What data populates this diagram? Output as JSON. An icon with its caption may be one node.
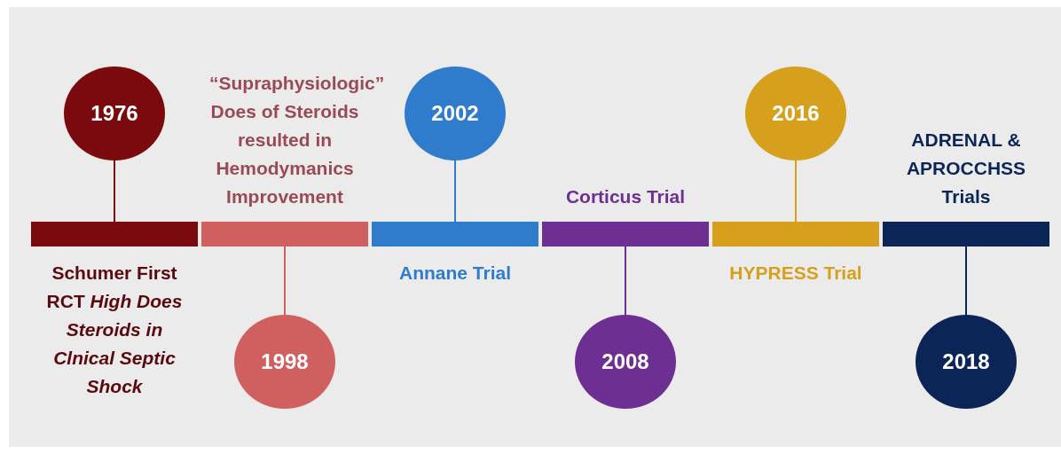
{
  "diagram": {
    "nodes": [
      {
        "text": [
          "1976"
        ]
      },
      {
        "text": [],
        "shape": "bar"
      },
      {
        "text": [
          "1998"
        ]
      },
      {
        "text": [],
        "shape": "bar"
      },
      {
        "text": [
          "2002"
        ]
      },
      {
        "text": [],
        "shape": "bar"
      },
      {
        "text": [
          "2008"
        ]
      },
      {
        "text": [],
        "shape": "bar"
      },
      {
        "text": [
          "2016"
        ]
      },
      {
        "text": [],
        "shape": "bar"
      },
      {
        "text": [
          "2018"
        ]
      },
      {
        "text": [],
        "shape": "bar"
      }
    ],
    "edges": [
      {
        "from": 0,
        "to": 1,
        "arrow": "none",
        "color": "#7a0a0e"
      },
      {
        "from": 2,
        "to": 3,
        "arrow": "none",
        "color": "#d0605f"
      },
      {
        "from": 4,
        "to": 5,
        "arrow": "none",
        "color": "#2f7ccc"
      },
      {
        "from": 6,
        "to": 7,
        "arrow": "none",
        "color": "#6e2f93"
      },
      {
        "from": 8,
        "to": 9,
        "arrow": "none",
        "color": "#d6a01d"
      },
      {
        "from": 10,
        "to": 11,
        "arrow": "none",
        "color": "#0b2557"
      }
    ],
    "labels": [
      "Schumer First RCT *High Does Steroids in Clnical Septic Shock*",
      "“Supraphysiologic” Does of Steroids resulted in Hemodymanics Improvement",
      "Annane Trial",
      "Corticus Trial",
      "HYPRESS Trial",
      "ADRENAL & APROCCHSS Trials"
    ]
  }
}
